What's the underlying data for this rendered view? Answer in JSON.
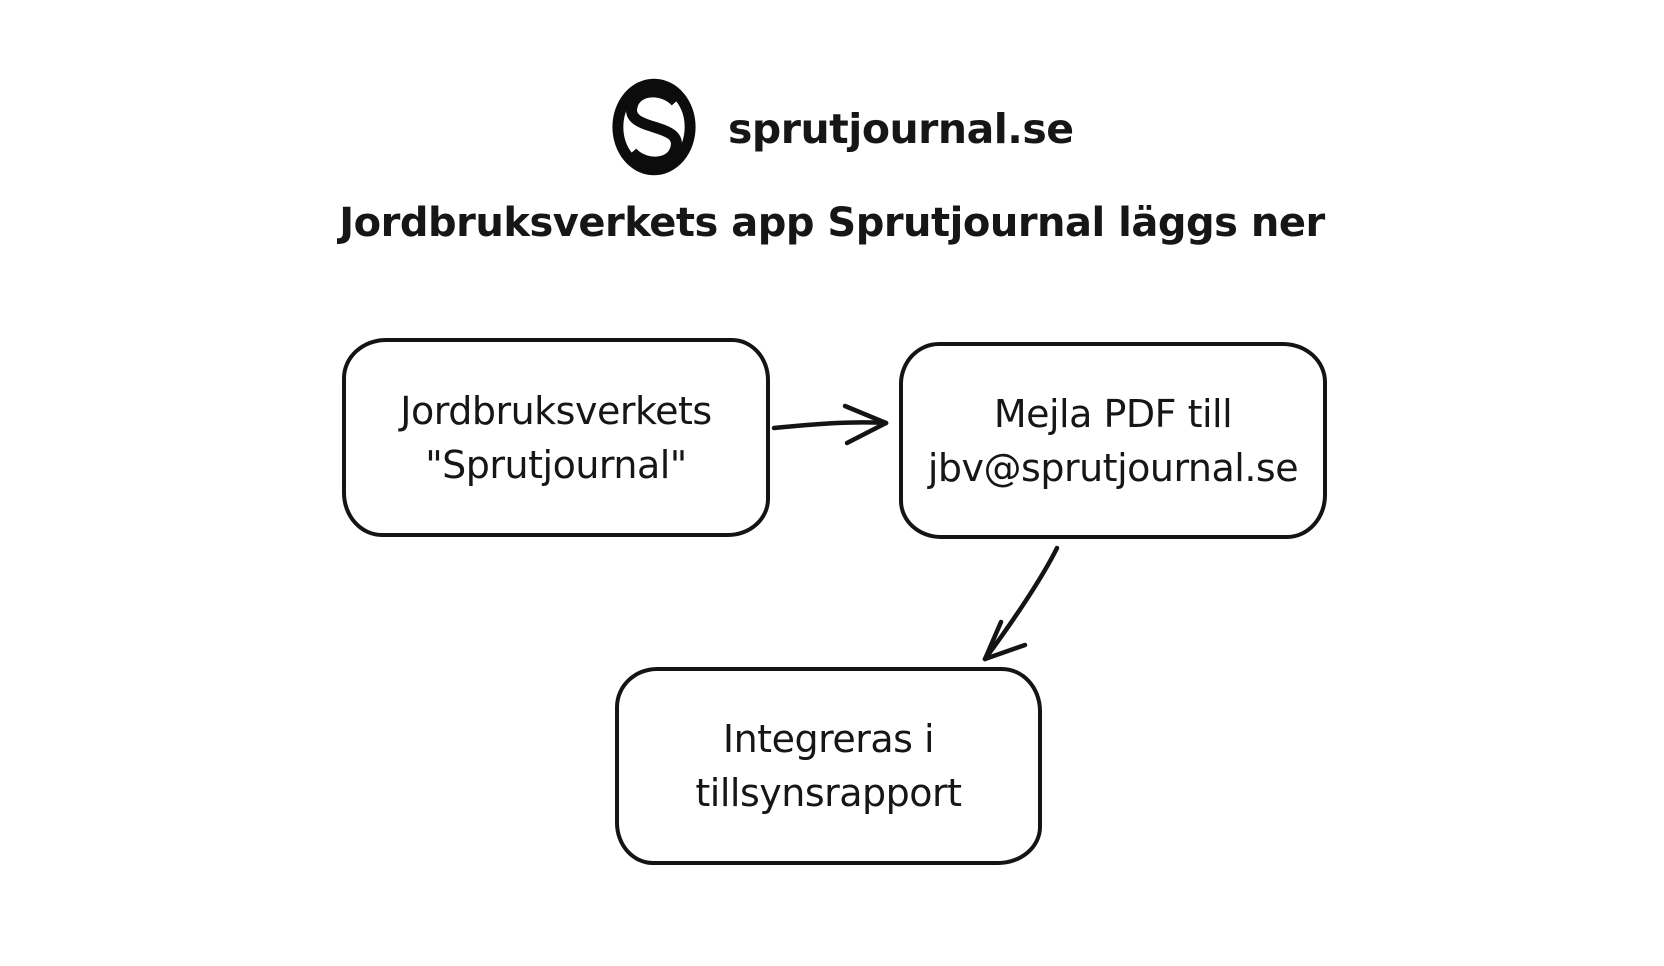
{
  "page": {
    "background_color": "#ffffff",
    "ink_color": "#141414"
  },
  "header": {
    "logo_icon": "s-circle-logo",
    "site_name": "sprutjournal.se"
  },
  "title": "Jordbruksverkets app Sprutjournal läggs ner",
  "diagram": {
    "nodes": [
      {
        "id": "app",
        "line1": "Jordbruksverkets",
        "line2": "\"Sprutjournal\""
      },
      {
        "id": "email",
        "line1": "Mejla PDF till",
        "line2": "jbv@sprutjournal.se"
      },
      {
        "id": "report",
        "line1": "Integreras i",
        "line2": "tillsynsrapport"
      }
    ],
    "arrows": [
      {
        "from": "app",
        "to": "email",
        "direction": "right"
      },
      {
        "from": "email",
        "to": "report",
        "direction": "down-left"
      }
    ]
  }
}
